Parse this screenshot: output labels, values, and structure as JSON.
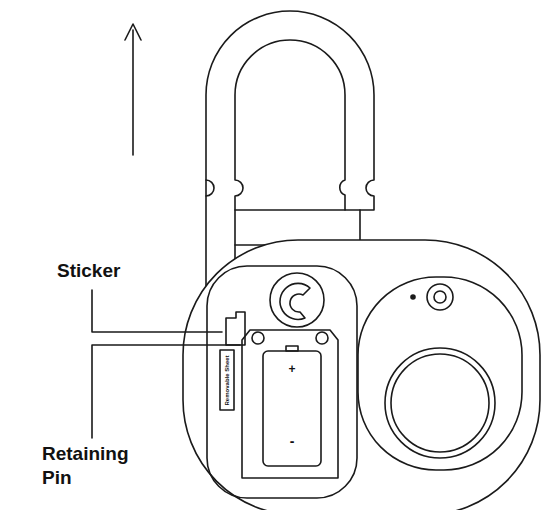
{
  "diagram": {
    "labels": [
      "Sticker",
      "Retaining Pin",
      "Removable Sheet",
      "+",
      "-"
    ]
  }
}
